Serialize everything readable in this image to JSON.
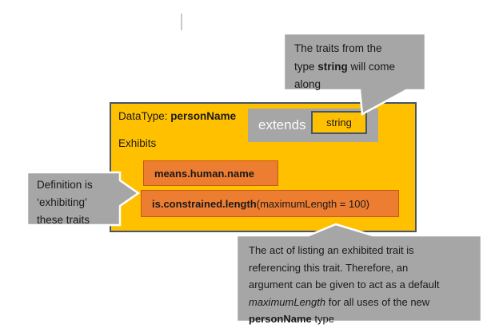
{
  "colors": {
    "amber_fill": "#FFC000",
    "navy_border": "#44546A",
    "trait_fill": "#ED7D31",
    "trait_border": "#C55A11",
    "callout_gray": "#A6A6A6",
    "callout_outline": "#FFFFFF"
  },
  "datatype_box": {
    "title": {
      "prefix": "DataType: ",
      "name": "personName"
    },
    "extends": {
      "label": "extends",
      "target": "string"
    },
    "exhibits_label": "Exhibits",
    "traits": [
      {
        "name": "means.human.name",
        "args": ""
      },
      {
        "name": "is.constrained.length",
        "args": " (maximumLength = 100)"
      }
    ]
  },
  "callouts": {
    "top": {
      "line1": "The traits from the",
      "line2_pre": "type ",
      "line2_bold": "string",
      "line2_post": " will come",
      "line3": "along"
    },
    "left": {
      "line1": "Definition is",
      "line2": "‘exhibiting’",
      "line3": "these traits"
    },
    "bottom": {
      "line1": "The act of listing an exhibited trait is",
      "line2": "referencing this trait. Therefore, an",
      "line3": "argument can be given to act as a default",
      "line4_italic": "maximumLength",
      "line4_rest": " for all uses of the new",
      "line5_bold": "personName",
      "line5_rest": " type"
    }
  }
}
